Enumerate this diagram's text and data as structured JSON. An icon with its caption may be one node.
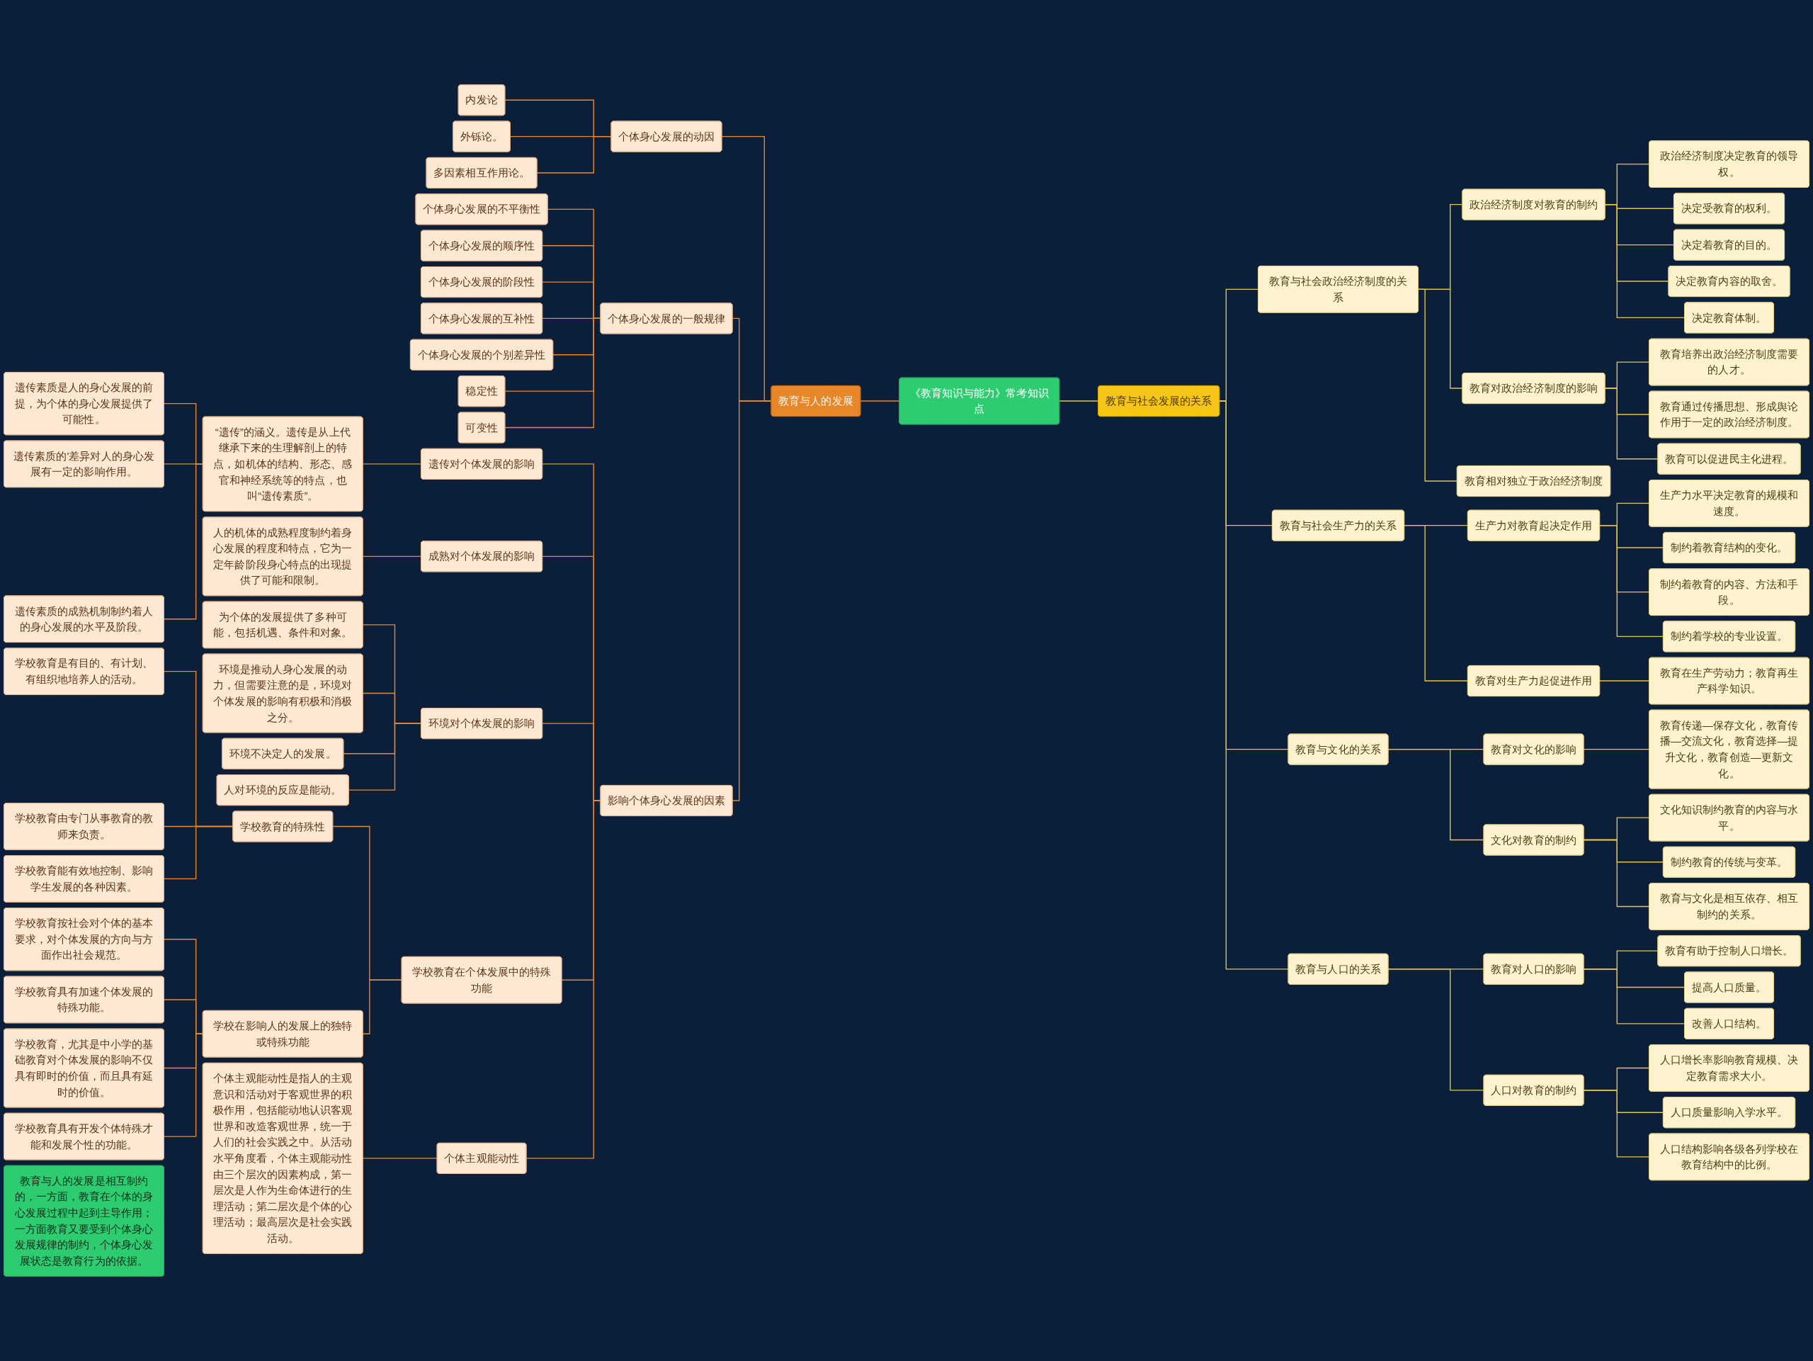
{
  "diagram": {
    "nodes": [
      {
        "text": [
          "《教育知识与能力》常考知识点"
        ]
      },
      {
        "text": [
          "教育与人的发展"
        ]
      },
      {
        "text": [
          "个体身心发展的动因"
        ]
      },
      {
        "text": [
          "内发论"
        ]
      },
      {
        "text": [
          "外铄论。"
        ]
      },
      {
        "text": [
          "多因素相互作用论。"
        ]
      },
      {
        "text": [
          "个体身心发展的一般规律"
        ]
      },
      {
        "text": [
          "个体身心发展的不平衡性"
        ]
      },
      {
        "text": [
          "个体身心发展的顺序性"
        ]
      },
      {
        "text": [
          "个体身心发展的阶段性"
        ]
      },
      {
        "text": [
          "个体身心发展的互补性"
        ]
      },
      {
        "text": [
          "个体身心发展的个别差异性"
        ]
      },
      {
        "text": [
          "稳定性"
        ]
      },
      {
        "text": [
          "可变性"
        ]
      },
      {
        "text": [
          "影响个体身心发展的因素"
        ]
      },
      {
        "text": [
          "遗传对个体发展的影响"
        ]
      },
      {
        "text": [
          "“遗传”的涵义。遗传是从上代继承下来的生理解剖上的特点，如机体的结构、形态、感官和神经系统等的特点，也叫“遗传素质”。"
        ]
      },
      {
        "text": [
          "遗传素质是人的身心发展的前提，为个体的身心发展提供了可能性。"
        ]
      },
      {
        "text": [
          "遗传素质的'差异对人的身心发展有一定的影响作用。"
        ]
      },
      {
        "text": [
          "遗传素质的成熟机制制约着人的身心发展的水平及阶段。"
        ]
      },
      {
        "text": [
          "成熟对个体发展的影响"
        ]
      },
      {
        "text": [
          "人的机体的成熟程度制约着身心发展的程度和特点，它为一定年龄阶段身心特点的出现提供了可能和限制。"
        ]
      },
      {
        "text": [
          "环境对个体发展的影响"
        ]
      },
      {
        "text": [
          "为个体的发展提供了多种可能，包括机遇、条件和对象。"
        ]
      },
      {
        "text": [
          "环境是推动人身心发展的动力，但需要注意的是，环境对个体发展的影响有积极和消极之分。"
        ]
      },
      {
        "text": [
          "环境不决定人的发展。"
        ]
      },
      {
        "text": [
          "人对环境的反应是能动。"
        ]
      },
      {
        "text": [
          "学校教育在个体发展中的特殊功能"
        ]
      },
      {
        "text": [
          "学校教育的特殊性"
        ]
      },
      {
        "text": [
          "学校教育是有目的、有计划、有组织地培养人的活动。"
        ]
      },
      {
        "text": [
          "学校教育由专门从事教育的教师来负责。"
        ]
      },
      {
        "text": [
          "学校教育能有效地控制、影响学生发展的各种因素。"
        ]
      },
      {
        "text": [
          "学校在影响人的发展上的独特或特殊功能"
        ]
      },
      {
        "text": [
          "学校教育按社会对个体的基本要求，对个体发展的方向与方面作出社会规范。"
        ]
      },
      {
        "text": [
          "学校教育具有加速个体发展的特殊功能。"
        ]
      },
      {
        "text": [
          "学校教育，尤其是中小学的基础教育对个体发展的影响不仅具有即时的价值，而且具有延时的价值。"
        ]
      },
      {
        "text": [
          "学校教育具有开发个体特殊才能和发展个性的功能。"
        ]
      },
      {
        "text": [
          "个体主观能动性"
        ]
      },
      {
        "text": [
          "个体主观能动性是指人的主观意识和活动对于客观世界的积极作用，包括能动地认识客观世界和改造客观世界，统一于人们的社会实践之中。从活动水平角度看，个体主观能动性由三个层次的因素构成，第一层次是人作为生命体进行的生理活动；第二层次是个体的心理活动；最高层次是社会实践活动。"
        ]
      },
      {
        "text": [
          "教育与人的发展是相互制约的，一方面，教育在个体的身心发展过程中起到主导作用；一方面教育又要受到个体身心发展规律的制约，个体身心发展状态是教育行为的依据。"
        ]
      },
      {
        "text": [
          "教育与社会发展的关系"
        ]
      },
      {
        "text": [
          "教育与社会政治经济制度的关系"
        ]
      },
      {
        "text": [
          "政治经济制度对教育的制约"
        ]
      },
      {
        "text": [
          "政治经济制度决定教育的领导权。"
        ]
      },
      {
        "text": [
          "决定受教育的权利。"
        ]
      },
      {
        "text": [
          "决定着教育的目的。"
        ]
      },
      {
        "text": [
          "决定教育内容的取舍。"
        ]
      },
      {
        "text": [
          "决定教育体制。"
        ]
      },
      {
        "text": [
          "教育对政治经济制度的影响"
        ]
      },
      {
        "text": [
          "教育培养出政治经济制度需要的人才。"
        ]
      },
      {
        "text": [
          "教育通过传播思想、形成舆论作用于一定的政治经济制度。"
        ]
      },
      {
        "text": [
          "教育可以促进民主化进程。"
        ]
      },
      {
        "text": [
          "教育相对独立于政治经济制度"
        ]
      },
      {
        "text": [
          "教育与社会生产力的关系"
        ]
      },
      {
        "text": [
          "生产力对教育起决定作用"
        ]
      },
      {
        "text": [
          "生产力水平决定教育的规模和速度。"
        ]
      },
      {
        "text": [
          "制约着教育结构的变化。"
        ]
      },
      {
        "text": [
          "制约着教育的内容、方法和手段。"
        ]
      },
      {
        "text": [
          "制约着学校的专业设置。"
        ]
      },
      {
        "text": [
          "教育对生产力起促进作用"
        ]
      },
      {
        "text": [
          "教育在生产劳动力；教育再生产科学知识。"
        ]
      },
      {
        "text": [
          "教育与文化的关系"
        ]
      },
      {
        "text": [
          "教育对文化的影响"
        ]
      },
      {
        "text": [
          "教育传递—保存文化，教育传播—交流文化，教育选择—提升文化，教育创造—更新文化。"
        ]
      },
      {
        "text": [
          "文化对教育的制约"
        ]
      },
      {
        "text": [
          "文化知识制约教育的内容与水平。"
        ]
      },
      {
        "text": [
          "制约教育的传统与变革。"
        ]
      },
      {
        "text": [
          "教育与文化是相互依存、相互制约的关系。"
        ]
      },
      {
        "text": [
          "教育与人口的关系"
        ]
      },
      {
        "text": [
          "教育对人口的影响"
        ]
      },
      {
        "text": [
          "教育有助于控制人口增长。"
        ]
      },
      {
        "text": [
          "提高人口质量。"
        ]
      },
      {
        "text": [
          "改善人口结构。"
        ]
      },
      {
        "text": [
          "人口对教育的制约"
        ]
      },
      {
        "text": [
          "人口增长率影响教育规模、决定教育需求大小。"
        ]
      },
      {
        "text": [
          "人口质量影响入学水平。"
        ]
      },
      {
        "text": [
          "人口结构影响各级各列学校在教育结构中的比例。"
        ]
      }
    ],
    "edges": [
      {
        "from": 1,
        "to": 0,
        "arrow": "none"
      },
      {
        "from": 2,
        "to": 1,
        "arrow": "none"
      },
      {
        "from": 3,
        "to": 2,
        "arrow": "none"
      },
      {
        "from": 4,
        "to": 2,
        "arrow": "none"
      },
      {
        "from": 5,
        "to": 2,
        "arrow": "none"
      },
      {
        "from": 6,
        "to": 1,
        "arrow": "none"
      },
      {
        "from": 7,
        "to": 6,
        "arrow": "none"
      },
      {
        "from": 8,
        "to": 6,
        "arrow": "none"
      },
      {
        "from": 9,
        "to": 6,
        "arrow": "none"
      },
      {
        "from": 10,
        "to": 6,
        "arrow": "none"
      },
      {
        "from": 11,
        "to": 6,
        "arrow": "none"
      },
      {
        "from": 12,
        "to": 6,
        "arrow": "none"
      },
      {
        "from": 13,
        "to": 6,
        "arrow": "none"
      },
      {
        "from": 14,
        "to": 1,
        "arrow": "none"
      },
      {
        "from": 15,
        "to": 14,
        "arrow": "none"
      },
      {
        "from": 16,
        "to": 15,
        "arrow": "none"
      },
      {
        "from": 17,
        "to": 16,
        "arrow": "none"
      },
      {
        "from": 18,
        "to": 16,
        "arrow": "none"
      },
      {
        "from": 19,
        "to": 16,
        "arrow": "none"
      },
      {
        "from": 20,
        "to": 14,
        "arrow": "none"
      },
      {
        "from": 21,
        "to": 20,
        "arrow": "none"
      },
      {
        "from": 22,
        "to": 14,
        "arrow": "none"
      },
      {
        "from": 23,
        "to": 22,
        "arrow": "none"
      },
      {
        "from": 24,
        "to": 22,
        "arrow": "none"
      },
      {
        "from": 25,
        "to": 22,
        "arrow": "none"
      },
      {
        "from": 26,
        "to": 22,
        "arrow": "none"
      },
      {
        "from": 27,
        "to": 14,
        "arrow": "none"
      },
      {
        "from": 28,
        "to": 27,
        "arrow": "none"
      },
      {
        "from": 29,
        "to": 28,
        "arrow": "none"
      },
      {
        "from": 30,
        "to": 28,
        "arrow": "none"
      },
      {
        "from": 31,
        "to": 28,
        "arrow": "none"
      },
      {
        "from": 32,
        "to": 27,
        "arrow": "none"
      },
      {
        "from": 33,
        "to": 32,
        "arrow": "none"
      },
      {
        "from": 34,
        "to": 32,
        "arrow": "none"
      },
      {
        "from": 35,
        "to": 32,
        "arrow": "none"
      },
      {
        "from": 36,
        "to": 32,
        "arrow": "none"
      },
      {
        "from": 37,
        "to": 14,
        "arrow": "none"
      },
      {
        "from": 38,
        "to": 37,
        "arrow": "none"
      },
      {
        "from": 0,
        "to": 40,
        "arrow": "none",
        "color": "#e6c34a"
      },
      {
        "from": 40,
        "to": 41,
        "arrow": "none",
        "color": "#e6c34a"
      },
      {
        "from": 41,
        "to": 42,
        "arrow": "none",
        "color": "#e6c34a"
      },
      {
        "from": 42,
        "to": 43,
        "arrow": "none",
        "color": "#e6c34a"
      },
      {
        "from": 42,
        "to": 44,
        "arrow": "none",
        "color": "#e6c34a"
      },
      {
        "from": 42,
        "to": 45,
        "arrow": "none",
        "color": "#e6c34a"
      },
      {
        "from": 42,
        "to": 46,
        "arrow": "none",
        "color": "#e6c34a"
      },
      {
        "from": 42,
        "to": 47,
        "arrow": "none",
        "color": "#e6c34a"
      },
      {
        "from": 41,
        "to": 48,
        "arrow": "none",
        "color": "#e6c34a"
      },
      {
        "from": 48,
        "to": 49,
        "arrow": "none",
        "color": "#e6c34a"
      },
      {
        "from": 48,
        "to": 50,
        "arrow": "none",
        "color": "#e6c34a"
      },
      {
        "from": 48,
        "to": 51,
        "arrow": "none",
        "color": "#e6c34a"
      },
      {
        "from": 41,
        "to": 52,
        "arrow": "none",
        "color": "#e6c34a"
      },
      {
        "from": 40,
        "to": 53,
        "arrow": "none",
        "color": "#e6c34a"
      },
      {
        "from": 53,
        "to": 54,
        "arrow": "none",
        "color": "#e6c34a"
      },
      {
        "from": 54,
        "to": 55,
        "arrow": "none",
        "color": "#e6c34a"
      },
      {
        "from": 54,
        "to": 56,
        "arrow": "none",
        "color": "#e6c34a"
      },
      {
        "from": 54,
        "to": 57,
        "arrow": "none",
        "color": "#e6c34a"
      },
      {
        "from": 54,
        "to": 58,
        "arrow": "none",
        "color": "#e6c34a"
      },
      {
        "from": 53,
        "to": 59,
        "arrow": "none",
        "color": "#e6c34a"
      },
      {
        "from": 59,
        "to": 60,
        "arrow": "none",
        "color": "#e6c34a"
      },
      {
        "from": 40,
        "to": 61,
        "arrow": "none",
        "color": "#e6c34a"
      },
      {
        "from": 61,
        "to": 62,
        "arrow": "none",
        "color": "#e6c34a"
      },
      {
        "from": 62,
        "to": 63,
        "arrow": "none",
        "color": "#e6c34a"
      },
      {
        "from": 61,
        "to": 64,
        "arrow": "none",
        "color": "#e6c34a"
      },
      {
        "from": 64,
        "to": 65,
        "arrow": "none",
        "color": "#e6c34a"
      },
      {
        "from": 64,
        "to": 66,
        "arrow": "none",
        "color": "#e6c34a"
      },
      {
        "from": 64,
        "to": 67,
        "arrow": "none",
        "color": "#e6c34a"
      },
      {
        "from": 40,
        "to": 68,
        "arrow": "none",
        "color": "#e6c34a"
      },
      {
        "from": 68,
        "to": 69,
        "arrow": "none",
        "color": "#e6c34a"
      },
      {
        "from": 69,
        "to": 70,
        "arrow": "none",
        "color": "#e6c34a"
      },
      {
        "from": 69,
        "to": 71,
        "arrow": "none",
        "color": "#e6c34a"
      },
      {
        "from": 69,
        "to": 72,
        "arrow": "none",
        "color": "#e6c34a"
      },
      {
        "from": 68,
        "to": 73,
        "arrow": "none",
        "color": "#e6c34a"
      },
      {
        "from": 73,
        "to": 74,
        "arrow": "none",
        "color": "#e6c34a"
      },
      {
        "from": 73,
        "to": 75,
        "arrow": "none",
        "color": "#e6c34a"
      },
      {
        "from": 73,
        "to": 76,
        "arrow": "none",
        "color": "#e6c34a"
      }
    ]
  }
}
